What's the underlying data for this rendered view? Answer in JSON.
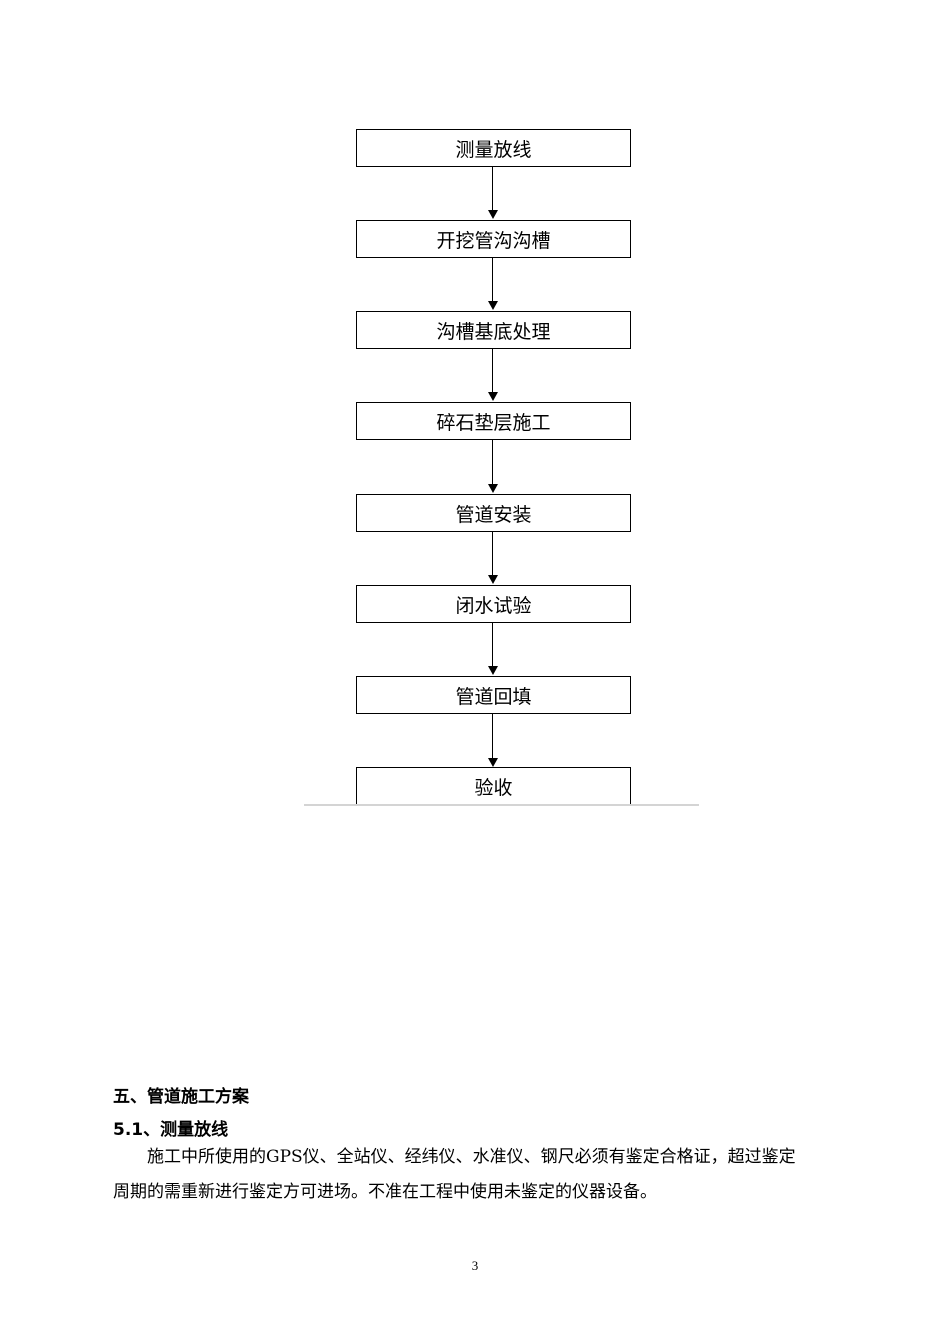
{
  "flowchart": {
    "steps": [
      "测量放线",
      "开挖管沟沟槽",
      "沟槽基底处理",
      "碎石垫层施工",
      "管道安装",
      "闭水试验",
      "管道回填",
      "验收"
    ]
  },
  "section": {
    "heading": "五、管道施工方案",
    "subheading": "5.1、测量放线",
    "paragraph_line1": "施工中所使用的GPS仪、全站仪、经纬仪、水准仪、钢尺必须有鉴定合格证，超过鉴定",
    "paragraph_line2": "周期的需重新进行鉴定方可进场。不准在工程中使用未鉴定的仪器设备。"
  },
  "footer": {
    "page_number": "3"
  }
}
